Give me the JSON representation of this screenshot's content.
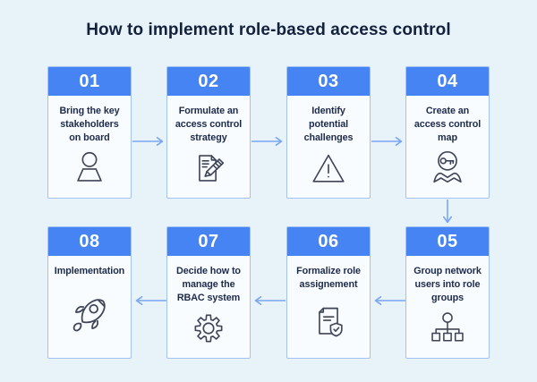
{
  "header": {
    "title": "How to implement role-based access control"
  },
  "steps": [
    {
      "number": "01",
      "title": "Bring the key stakeholders on board",
      "icon": "person-icon"
    },
    {
      "number": "02",
      "title": "Formulate an access control strategy",
      "icon": "document-pencil-icon"
    },
    {
      "number": "03",
      "title": "Identify potential challenges",
      "icon": "warning-triangle-icon"
    },
    {
      "number": "04",
      "title": "Create an access control map",
      "icon": "key-badge-icon"
    },
    {
      "number": "05",
      "title": "Group network users into role groups",
      "icon": "role-hierarchy-icon"
    },
    {
      "number": "06",
      "title": "Formalize role assignement",
      "icon": "document-shield-icon"
    },
    {
      "number": "07",
      "title": "Decide how to manage the RBAC system",
      "icon": "gear-icon"
    },
    {
      "number": "08",
      "title": "Implementation",
      "icon": "rocket-icon"
    }
  ],
  "colors": {
    "page_background": "#E8F3F9",
    "card_background": "#F8FCFF",
    "card_border": "#A3C3F3",
    "header_blue": "#4584F2",
    "number_text": "#FFFFFF",
    "title_text": "#14213D",
    "step_text": "#1D2A4A",
    "arrow": "#7AA6F3",
    "icon_stroke": "#3F4556"
  }
}
